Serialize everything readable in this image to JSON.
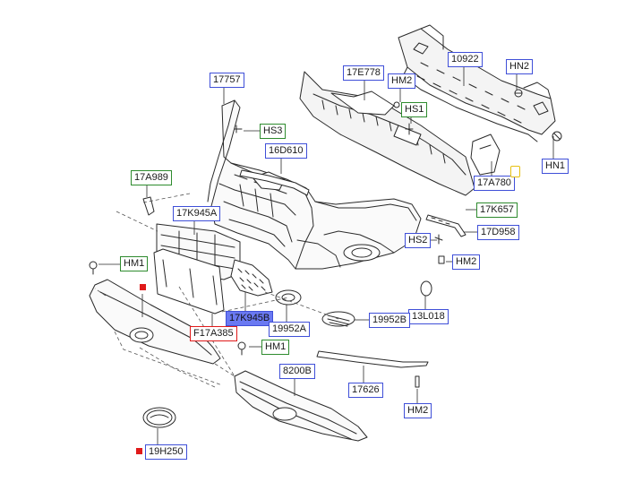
{
  "labels": {
    "l_10922": "10922",
    "l_hn2": "HN2",
    "l_17e778": "17E778",
    "l_hm2_top": "HM2",
    "l_hs1": "HS1",
    "l_17757": "17757",
    "l_hs3": "HS3",
    "l_16d610": "16D610",
    "l_17a989": "17A989",
    "l_hn1": "HN1",
    "l_17a780": "17A780",
    "l_17k945a": "17K945A",
    "l_17k657": "17K657",
    "l_hs2": "HS2",
    "l_17d958": "17D958",
    "l_hm1_left": "HM1",
    "l_hm2_right": "HM2",
    "l_13l018": "13L018",
    "l_17k945b": "17K945B",
    "l_19952b": "19952B",
    "l_f17a385": "F17A385",
    "l_19952a": "19952A",
    "l_hm1_lower": "HM1",
    "l_8200b": "8200B",
    "l_17626": "17626",
    "l_hm2_bottom": "HM2",
    "l_19h250": "19H250"
  },
  "colors": {
    "blue_border": "#3f4fd8",
    "green_border": "#2e8b2e",
    "red_border": "#e01a1a",
    "highlight_fill": "#6a79f2",
    "marker_red": "#e01a1a",
    "marker_yellow": "#e6c010",
    "line_art": "#2a2a2a"
  }
}
